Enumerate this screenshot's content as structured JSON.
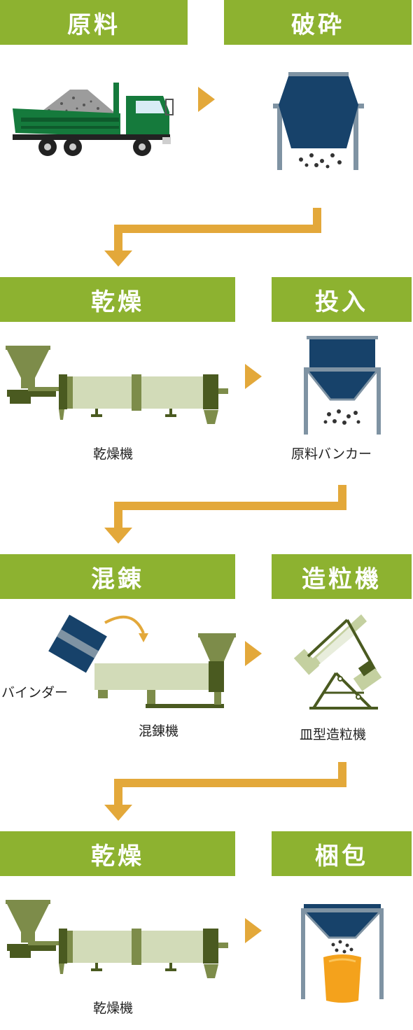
{
  "steps": {
    "raw_material": "原料",
    "crushing": "破砕",
    "drying_1": "乾燥",
    "feeding": "投入",
    "kneading": "混錬",
    "granulator": "造粒機",
    "drying_2": "乾燥",
    "packing": "梱包"
  },
  "captions": {
    "dryer_1": "乾燥機",
    "hopper": "原料バンカー",
    "binder": "バインダー",
    "kneader": "混錬機",
    "pan_granulator": "皿型造粒機",
    "dryer_2": "乾燥機"
  },
  "colors": {
    "step_bg": "#8db230",
    "arrow": "#e3a83a",
    "navy": "#17426a",
    "frame": "#7f93a3",
    "machine_dark": "#4a5a20",
    "machine_mid": "#7d8c4a",
    "machine_light": "#d2dbb8",
    "truck_green": "#157a3c",
    "bag": "#f4a21c"
  }
}
